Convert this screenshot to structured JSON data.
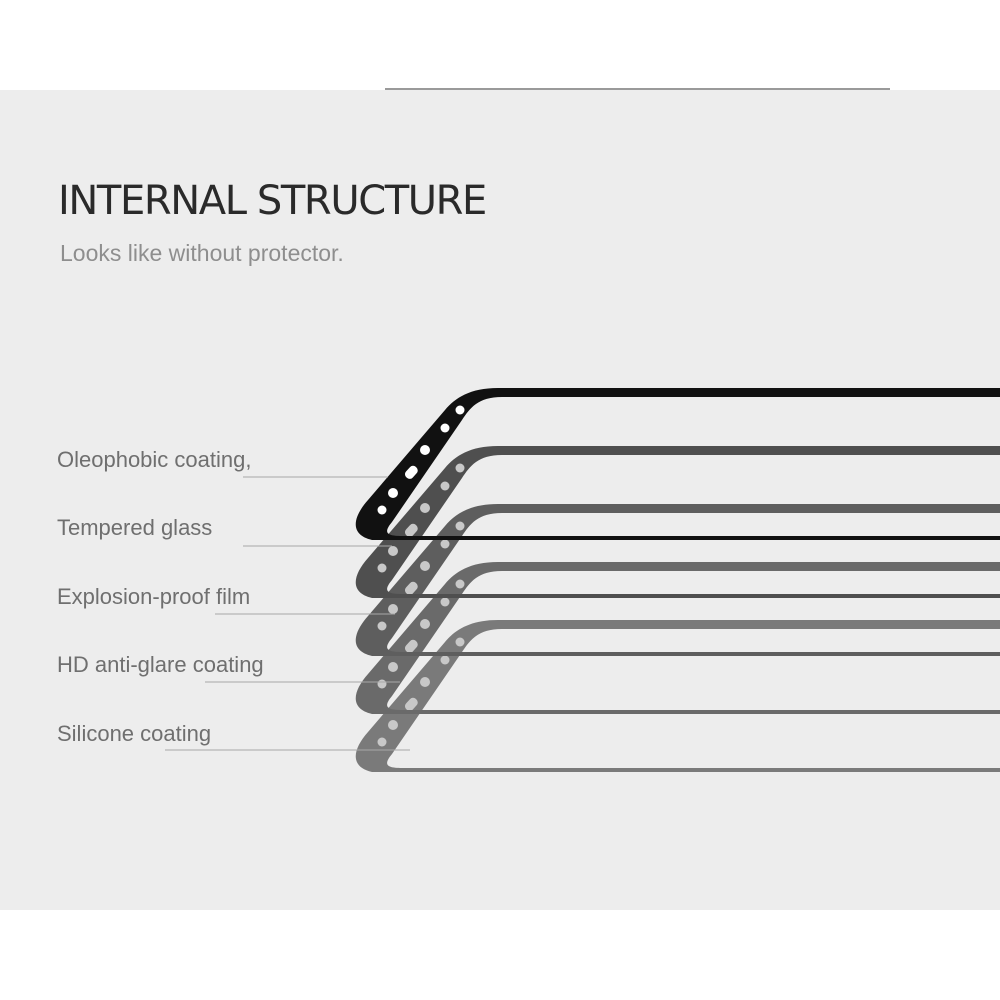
{
  "heading": {
    "title": "INTERNAL STRUCTURE",
    "subtitle": "Looks like without protector."
  },
  "layers": [
    {
      "label": "Oleophobic coating,"
    },
    {
      "label": "Tempered glass"
    },
    {
      "label": "Explosion-proof film"
    },
    {
      "label": "HD anti-glare coating"
    },
    {
      "label": "Silicone coating"
    }
  ],
  "colors": {
    "background": "#ededed",
    "frame": "#111111",
    "leader_line": "#a8a8a8",
    "label_text": "#6f6f6f"
  }
}
